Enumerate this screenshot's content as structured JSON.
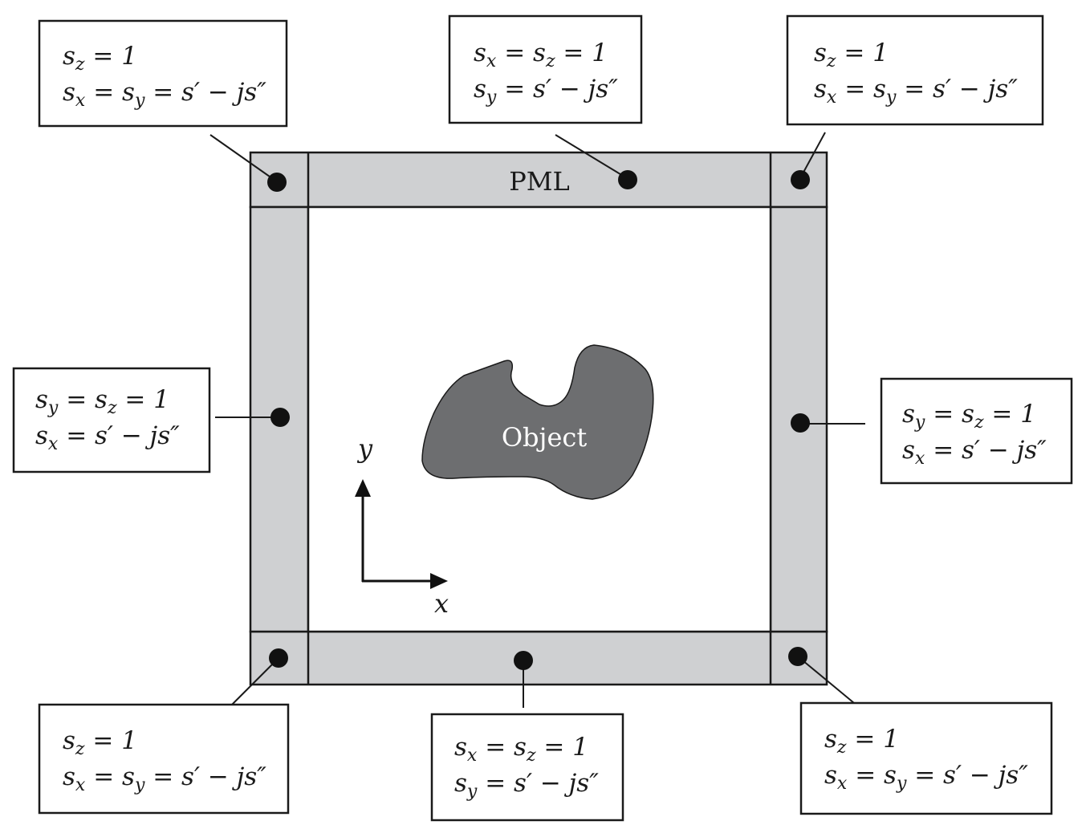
{
  "labels": {
    "pml": "PML",
    "object": "Object",
    "axis_x": "x",
    "axis_y": "y"
  },
  "boxes": {
    "top_left": {
      "line1": "s_z = 1",
      "line2": "s_x = s_y = s′ − js″"
    },
    "top_center": {
      "line1": "s_x = s_z = 1",
      "line2": "s_y = s′ − js″"
    },
    "top_right": {
      "line1": "s_z = 1",
      "line2": "s_x = s_y = s′ − js″"
    },
    "mid_left": {
      "line1": "s_y = s_z = 1",
      "line2": "s_x = s′ − js″"
    },
    "mid_right": {
      "line1": "s_y = s_z = 1",
      "line2": "s_x = s′ − js″"
    },
    "bottom_left": {
      "line1": "s_z = 1",
      "line2": "s_x = s_y = s′ − js″"
    },
    "bottom_center": {
      "line1": "s_x = s_z = 1",
      "line2": "s_y = s′ − js″"
    },
    "bottom_right": {
      "line1": "s_z = 1",
      "line2": "s_x = s_y = s′ − js″"
    }
  },
  "colors": {
    "pml_fill": "#cfd0d2",
    "object_fill": "#6d6e70",
    "object_text": "#ffffff",
    "stroke": "#1a1a1a",
    "dot": "#111111"
  }
}
